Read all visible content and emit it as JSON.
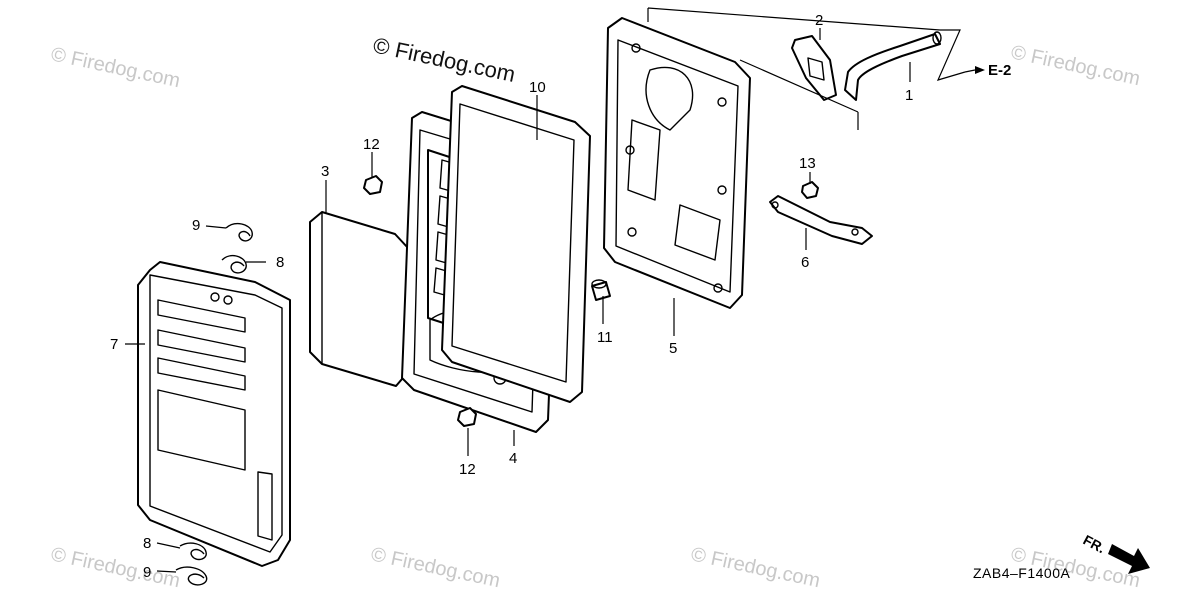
{
  "watermark": {
    "main": "© Firedog.com",
    "faint": "© Firedog.com"
  },
  "direction": {
    "label": "E-2",
    "front_label": "FR."
  },
  "diagram_code": "ZAB4–F1400A",
  "callouts": {
    "p1": "1",
    "p2": "2",
    "p3": "3",
    "p4": "4",
    "p5": "5",
    "p6": "6",
    "p7": "7",
    "p8a": "8",
    "p8b": "8",
    "p9a": "9",
    "p9b": "9",
    "p10": "10",
    "p11": "11",
    "p12a": "12",
    "p12b": "12",
    "p13": "13"
  }
}
